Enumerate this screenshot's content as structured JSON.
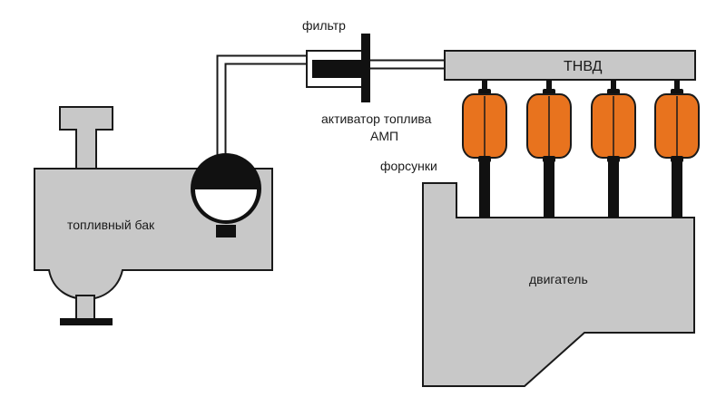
{
  "labels": {
    "filter": "фильтр",
    "activator_line1": "активатор топлива",
    "activator_line2": "АМП",
    "injectors": "форсунки",
    "tank": "топливный бак",
    "pump": "ТНВД",
    "engine": "двигатель"
  },
  "colors": {
    "body_fill": "#c8c8c8",
    "outline": "#1a1a1a",
    "injector_fill": "#e8731e",
    "dark": "#111111"
  },
  "injector_count": 4
}
